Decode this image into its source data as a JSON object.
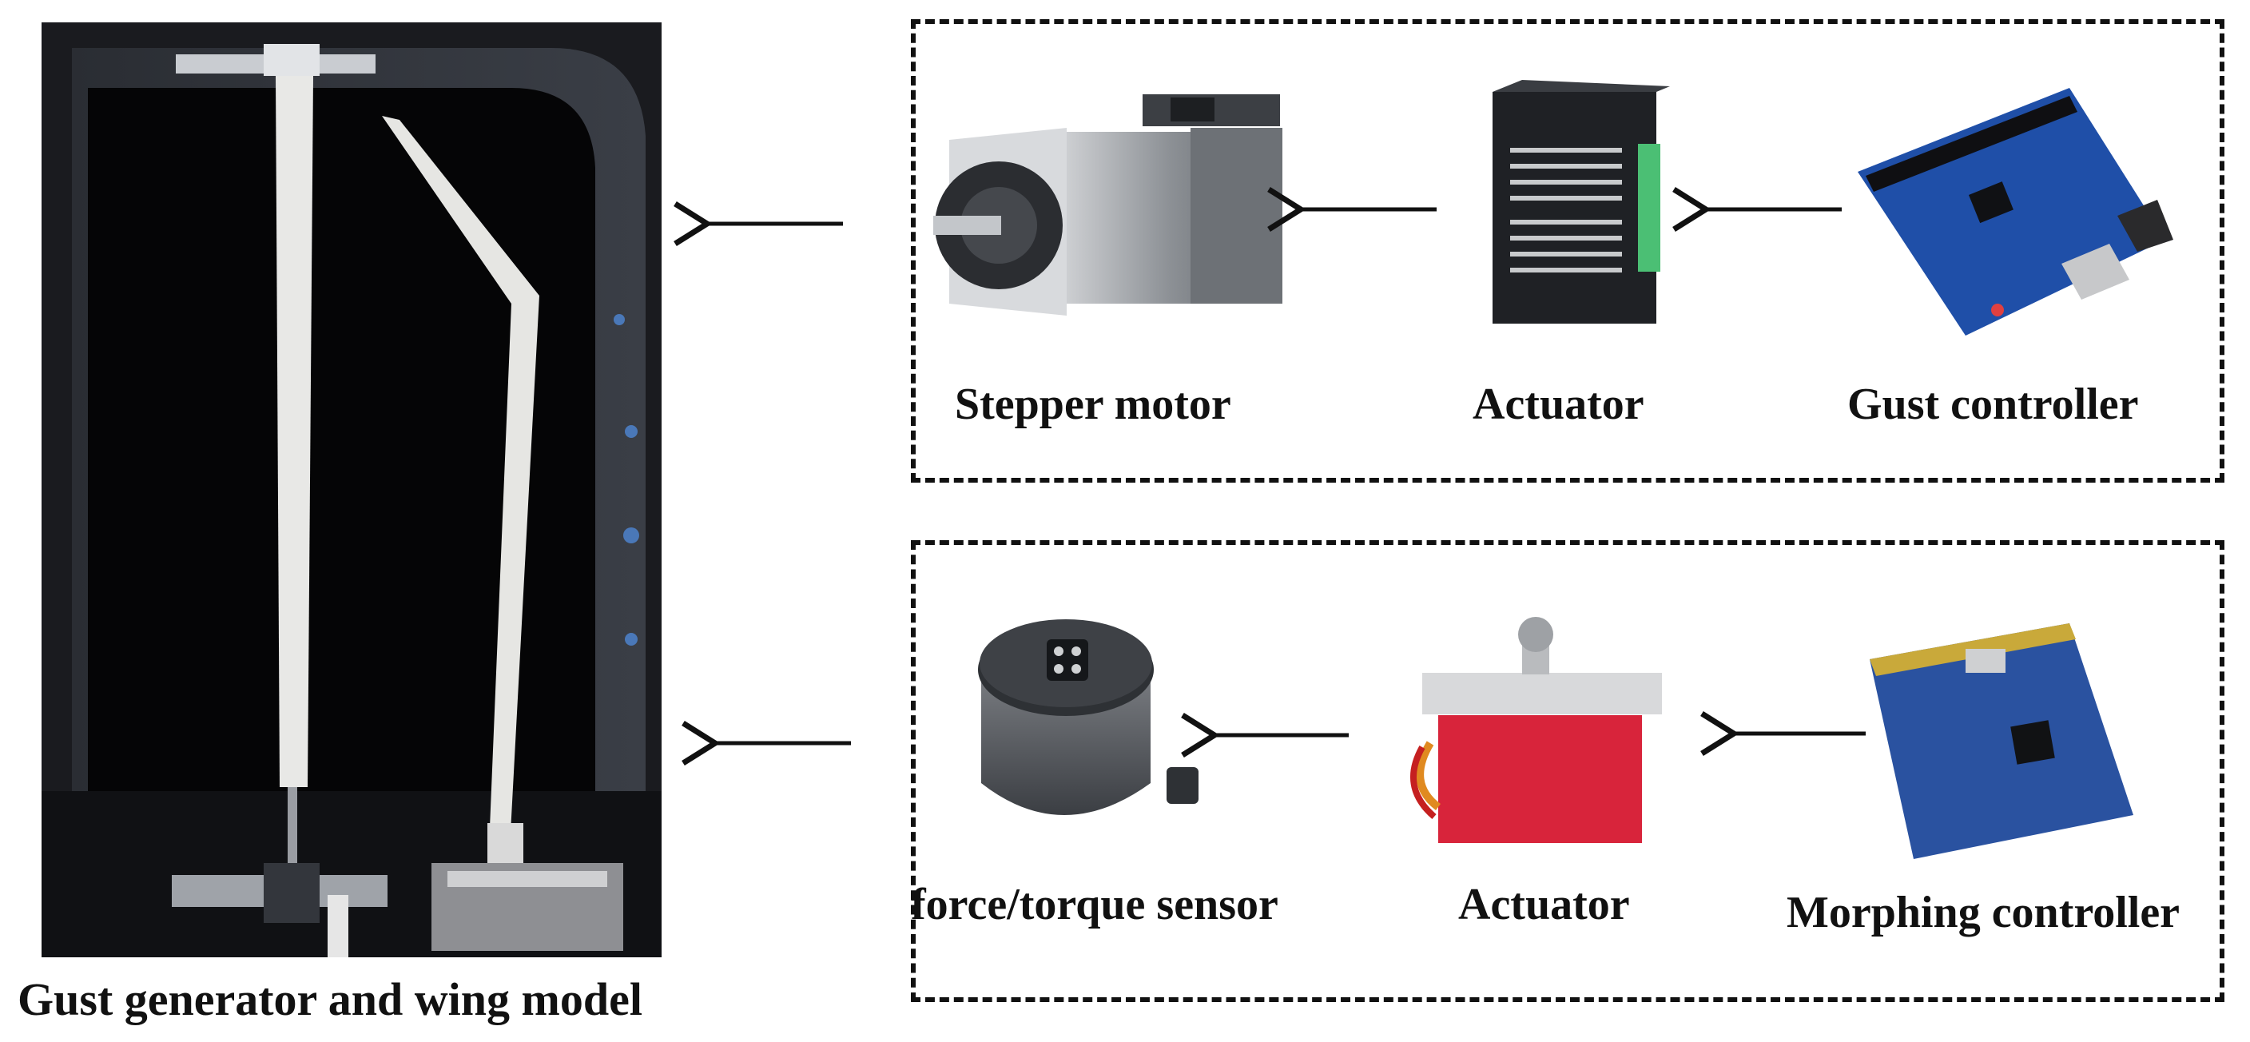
{
  "figure": {
    "left_panel": {
      "caption": "Gust generator and wing model"
    },
    "gust_system": {
      "components": [
        {
          "label": "Stepper motor"
        },
        {
          "label": "Actuator"
        },
        {
          "label": "Gust controller"
        }
      ]
    },
    "morphing_system": {
      "components": [
        {
          "label": "force/torque sensor"
        },
        {
          "label": "Actuator"
        },
        {
          "label": "Morphing controller"
        }
      ]
    }
  },
  "colors": {
    "stroke": "#111111",
    "background": "#ffffff",
    "tunnel_dark": "#0a0a0a",
    "board_blue": "#1f4fa8",
    "servo_red": "#d8243b"
  }
}
